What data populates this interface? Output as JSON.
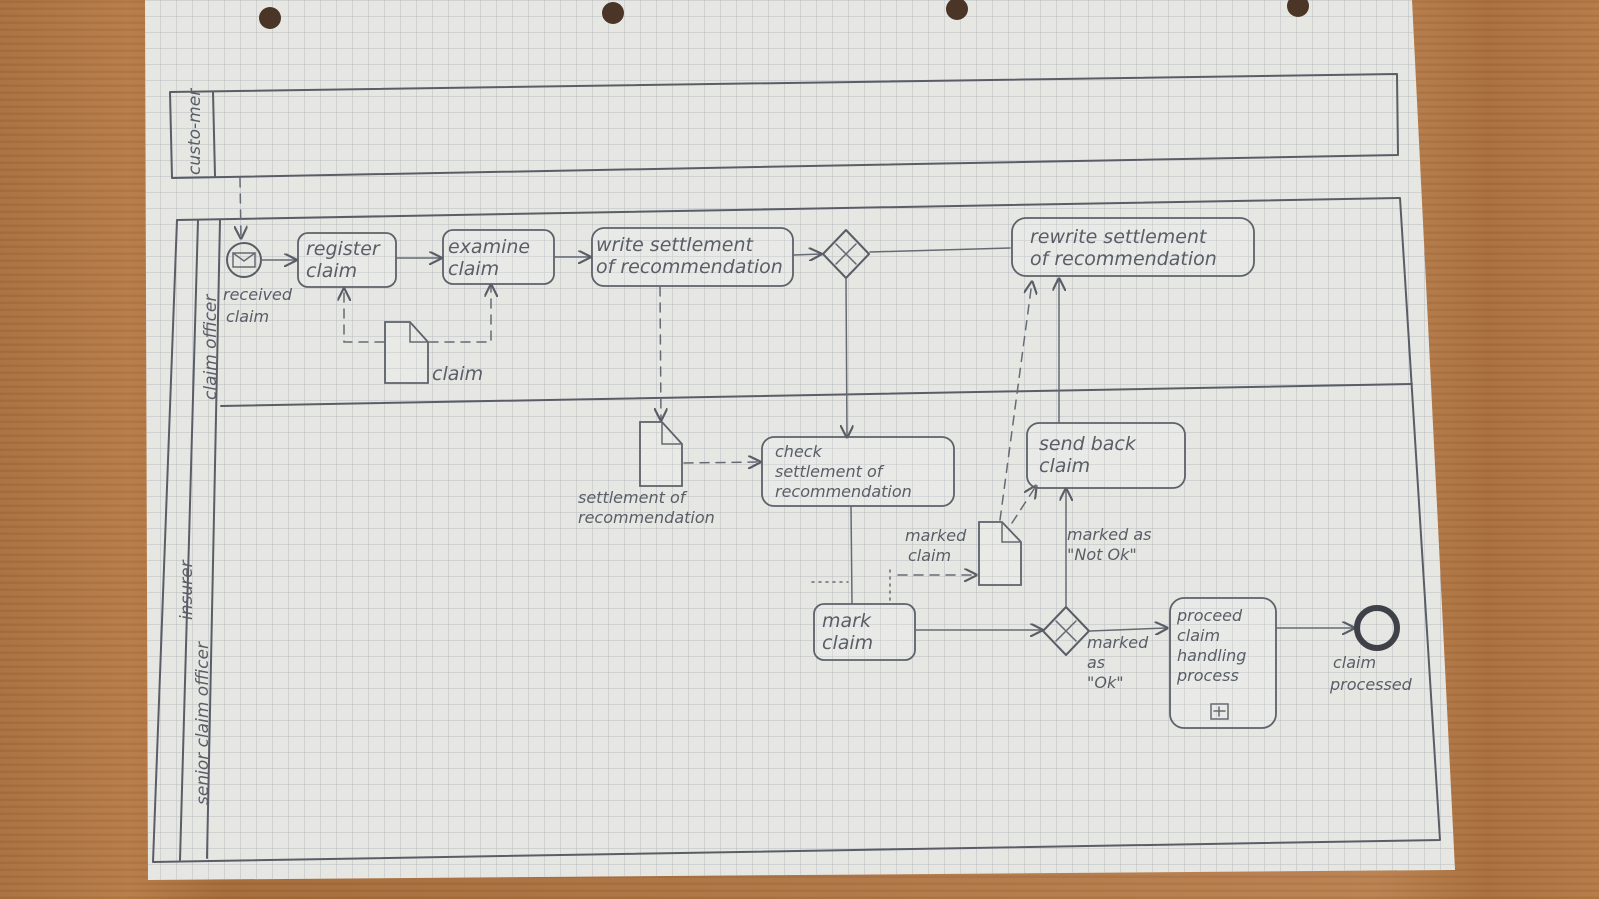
{
  "lanes": {
    "customer": "custo-mer",
    "claim_officer": "claim officer",
    "insurer": "insurer",
    "senior_claim_officer": "senior claim officer"
  },
  "events": {
    "start_label_line1": "received",
    "start_label_line2": "claim",
    "end_label_line1": "claim",
    "end_label_line2": "processed"
  },
  "tasks": {
    "register_claim": [
      "register",
      "claim"
    ],
    "examine_claim": [
      "examine",
      "claim"
    ],
    "write_settlement": [
      "write settlement",
      "of recommendation"
    ],
    "rewrite_settlement": [
      "rewrite settlement",
      "of recommendation"
    ],
    "check_settlement": [
      "check",
      "settlement of",
      "recommendation"
    ],
    "send_back_claim": [
      "send back",
      "claim"
    ],
    "mark_claim": [
      "mark",
      "claim"
    ],
    "proceed_claim_handling": [
      "proceed",
      "claim",
      "handling",
      "process"
    ]
  },
  "data_objects": {
    "claim": "claim",
    "settlement_doc": [
      "settlement of",
      "recommendation"
    ],
    "marked_claim": [
      "marked",
      "claim"
    ]
  },
  "flow_labels": {
    "marked_not_ok": [
      "marked as",
      "\"Not Ok\""
    ],
    "marked_ok": [
      "marked",
      "as",
      "\"Ok\""
    ]
  },
  "colors": {
    "paper": "#e6e7e3",
    "pencil": "#5a5d66",
    "grid": "#b9bcc0",
    "wood": "#b07645"
  }
}
